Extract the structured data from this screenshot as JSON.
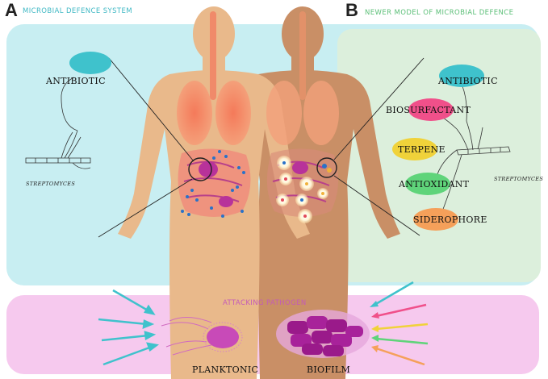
{
  "panel_a": {
    "letter": "A",
    "title": "MICROBIAL DEFENCE SYSTEM",
    "antibiotic": "ANTIBIOTIC",
    "organism": "STREPTOMYCES"
  },
  "panel_b": {
    "letter": "B",
    "title": "NEWER MODEL OF MICROBIAL DEFENCE",
    "organism": "STREPTOMYCES",
    "compounds": [
      "ANTIBIOTIC",
      "BIOSURFACTANT",
      "TERPENE",
      "ANTIOXIDANT",
      "SIDEROPHORE"
    ]
  },
  "bottom": {
    "title": "ATTACKING PATHOGEN",
    "planktonic": "PLANKTONIC",
    "biofilm": "BIOFILM"
  },
  "colors": {
    "panel_a": "#c8eef2",
    "panel_b": "#dcefdc",
    "bottom": "#f6c9ee",
    "antibiotic": "#3fc2cc",
    "biosurfactant": "#f0508a",
    "terpene": "#f0d23a",
    "antioxidant": "#5fd47a",
    "siderophore": "#f5a05a",
    "body_left": "#e9b98b",
    "body_right": "#c98f66"
  }
}
